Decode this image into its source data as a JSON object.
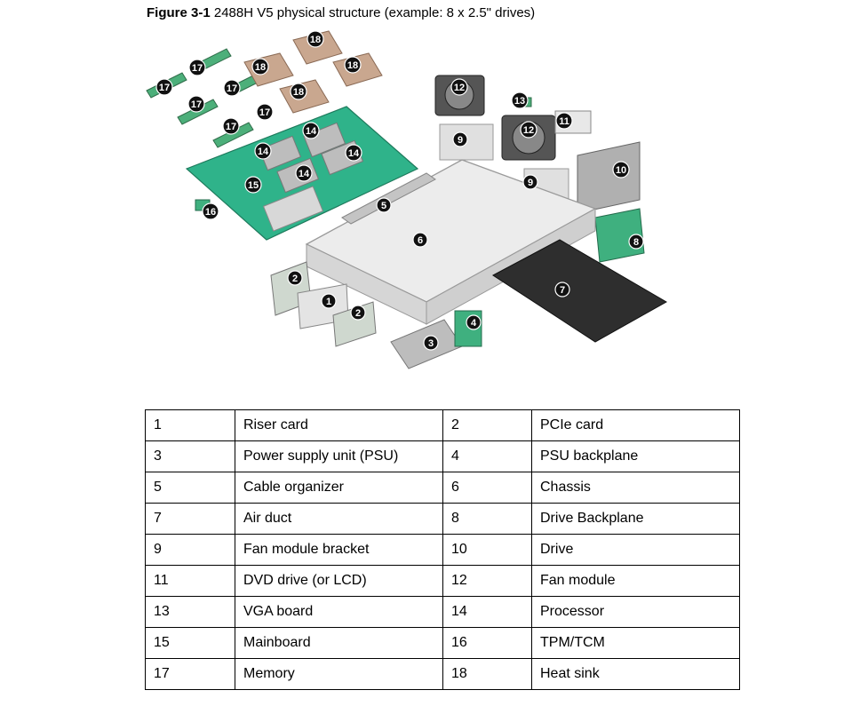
{
  "caption": {
    "label": "Figure 3-1",
    "text": "2488H V5 physical structure (example: 8 x 2.5\" drives)"
  },
  "callouts": [
    "1",
    "2",
    "3",
    "4",
    "5",
    "6",
    "7",
    "8",
    "9",
    "10",
    "11",
    "12",
    "13",
    "14",
    "15",
    "16",
    "17",
    "18"
  ],
  "legend_rows": [
    [
      {
        "num": "1",
        "name": "Riser card"
      },
      {
        "num": "2",
        "name": "PCIe card"
      }
    ],
    [
      {
        "num": "3",
        "name": "Power supply unit (PSU)"
      },
      {
        "num": "4",
        "name": "PSU backplane"
      }
    ],
    [
      {
        "num": "5",
        "name": "Cable organizer"
      },
      {
        "num": "6",
        "name": "Chassis"
      }
    ],
    [
      {
        "num": "7",
        "name": "Air duct"
      },
      {
        "num": "8",
        "name": "Drive Backplane"
      }
    ],
    [
      {
        "num": "9",
        "name": "Fan module bracket"
      },
      {
        "num": "10",
        "name": "Drive"
      }
    ],
    [
      {
        "num": "11",
        "name": "DVD drive (or LCD)"
      },
      {
        "num": "12",
        "name": "Fan module"
      }
    ],
    [
      {
        "num": "13",
        "name": "VGA board"
      },
      {
        "num": "14",
        "name": "Processor"
      }
    ],
    [
      {
        "num": "15",
        "name": "Mainboard"
      },
      {
        "num": "16",
        "name": "TPM/TCM"
      }
    ],
    [
      {
        "num": "17",
        "name": "Memory"
      },
      {
        "num": "18",
        "name": "Heat sink"
      }
    ]
  ]
}
